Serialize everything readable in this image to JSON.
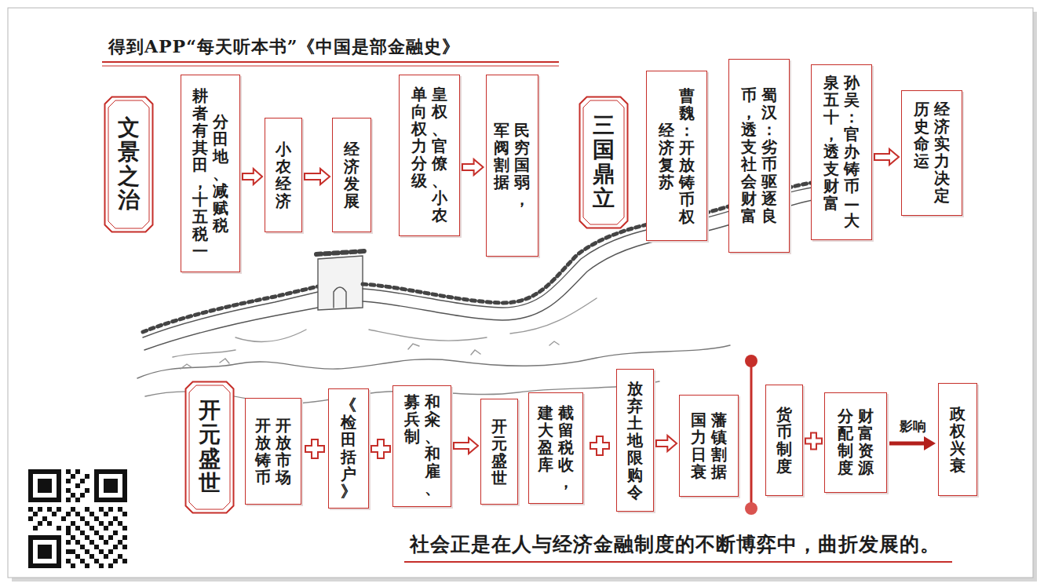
{
  "diagram": {
    "title": "得到APP“每天听本书”《中国是部金融史》",
    "caption": "社会正是在人与经济金融制度的不断博弈中，曲折发展的。",
    "nodes": [
      {
        "text": [
          "文景之治"
        ]
      },
      {
        "text": [
          "分田地、减赋税",
          "耕者有其田，十五税一"
        ]
      },
      {
        "text": [
          "小农经济"
        ]
      },
      {
        "text": [
          "经济发展"
        ]
      },
      {
        "text": [
          "皇权、官僚、小农单向权力分级"
        ]
      },
      {
        "text": [
          "民穷国弱，军阀割据"
        ]
      },
      {
        "text": [
          "三国鼎立"
        ]
      },
      {
        "text": [
          "曹魏：开放铸币权",
          "经济复苏"
        ]
      },
      {
        "text": [
          "蜀汉：劣币驱逐良币，透支社会财富"
        ]
      },
      {
        "text": [
          "孙吴：官办铸币—大泉五十，透支财富"
        ]
      },
      {
        "text": [
          "经济实力决定历史命运"
        ]
      },
      {
        "text": [
          "开元盛世"
        ]
      },
      {
        "text": [
          "开放市场",
          "开放铸币"
        ]
      },
      {
        "text": [
          "《检田括户》"
        ]
      },
      {
        "text": [
          "和籴、和雇、募兵制"
        ]
      },
      {
        "text": [
          "开元盛世"
        ]
      },
      {
        "text": [
          "截留税收，建大盈库"
        ]
      },
      {
        "text": [
          "放弃土地限购令"
        ]
      },
      {
        "text": [
          "藩镇割据",
          "国力日衰"
        ]
      },
      {
        "text": [
          "货币制度"
        ]
      },
      {
        "text": [
          "财富资源分配制度"
        ]
      },
      {
        "text": [
          "政权兴衰"
        ]
      }
    ],
    "edges": [
      {
        "from": 1,
        "to": 2,
        "arrow": "to"
      },
      {
        "from": 2,
        "to": 3,
        "arrow": "to"
      },
      {
        "from": 4,
        "to": 5,
        "arrow": "to"
      },
      {
        "from": 9,
        "to": 10,
        "arrow": "to"
      },
      {
        "from": 12,
        "to": 13,
        "arrow": "none"
      },
      {
        "from": 13,
        "to": 14,
        "arrow": "none"
      },
      {
        "from": 14,
        "to": 15,
        "arrow": "to"
      },
      {
        "from": 16,
        "to": 17,
        "arrow": "none"
      },
      {
        "from": 17,
        "to": 18,
        "arrow": "to"
      },
      {
        "from": 19,
        "to": 20,
        "arrow": "none"
      },
      {
        "from": 20,
        "to": 21,
        "label": "影响",
        "arrow": "to"
      }
    ]
  }
}
